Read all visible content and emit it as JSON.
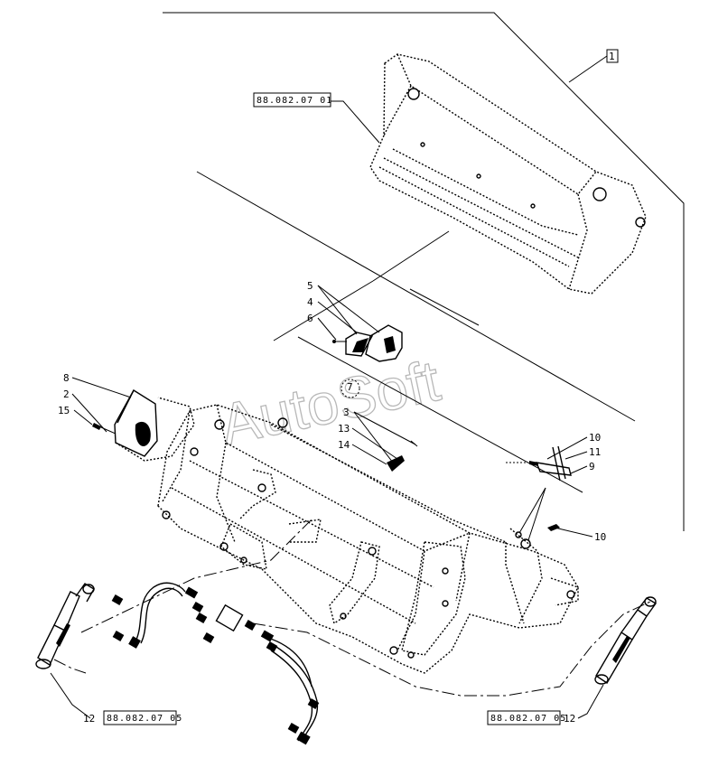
{
  "watermark": "AutoSoft",
  "callouts": {
    "c1": "1",
    "c2": "2",
    "c3": "3",
    "c4": "4",
    "c5": "5",
    "c6": "6",
    "c7": "7",
    "c8": "8",
    "c9": "9",
    "c10a": "10",
    "c10b": "10",
    "c11": "11",
    "c12a": "12",
    "c12b": "12",
    "c13": "13",
    "c14": "14",
    "c15": "15"
  },
  "references": {
    "bucket_ref": "88.082.07 01",
    "cyl_left_ref": "88.082.07 05",
    "cyl_right_ref": "88.082.07 05"
  }
}
